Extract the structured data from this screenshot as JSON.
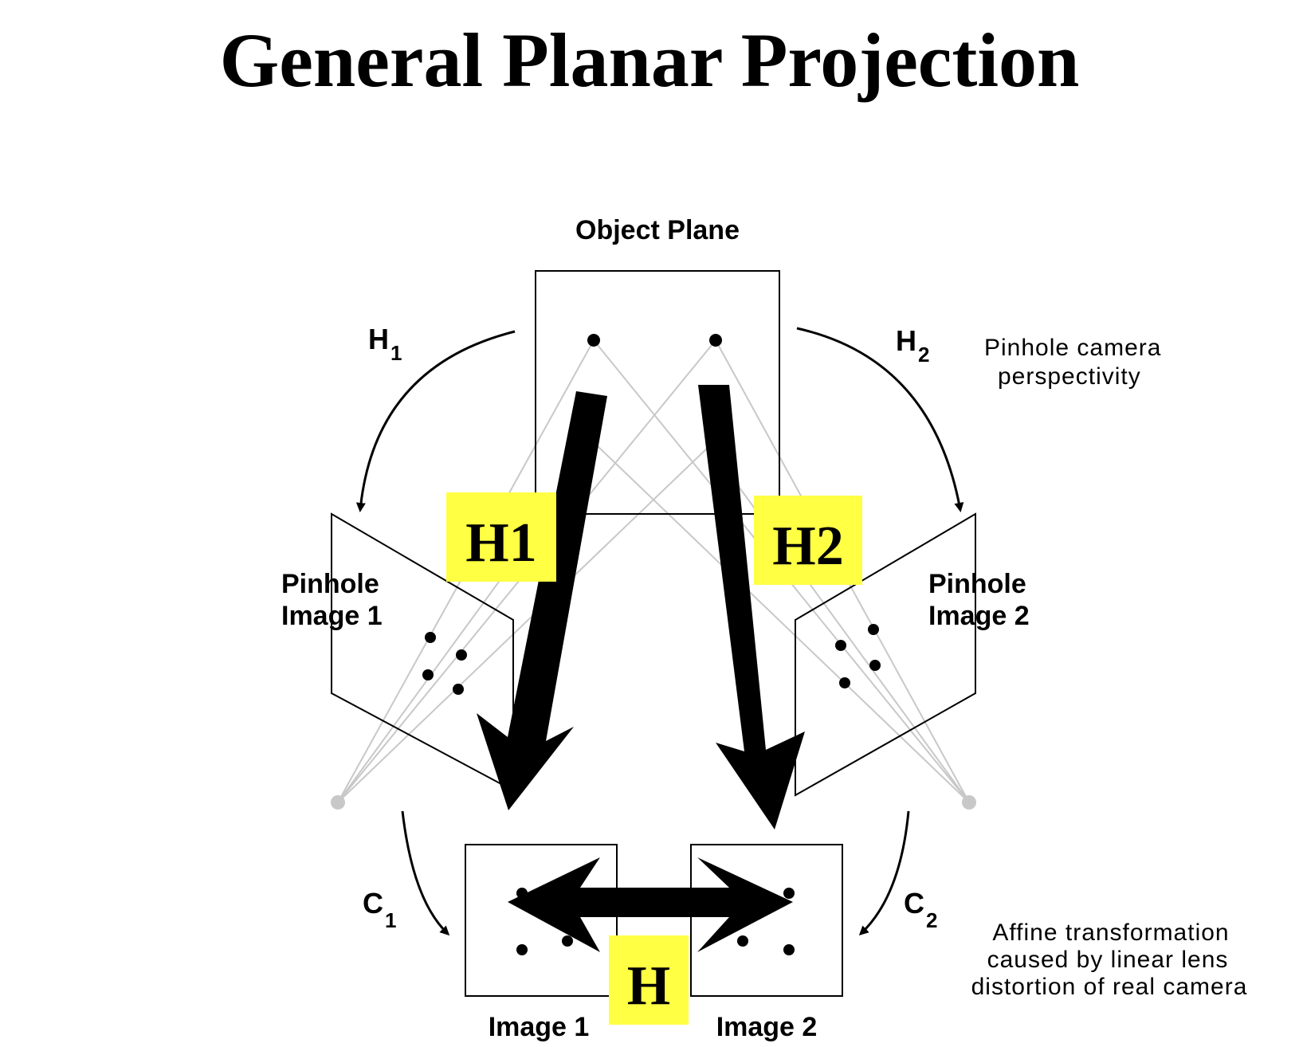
{
  "title": "General Planar Projection",
  "labels": {
    "object_plane": "Object Plane",
    "pinhole_image_1_line1": "Pinhole",
    "pinhole_image_1_line2": "Image 1",
    "pinhole_image_2_line1": "Pinhole",
    "pinhole_image_2_line2": "Image 2",
    "image_1": "Image 1",
    "image_2": "Image 2",
    "pinhole_note_line1": "Pinhole camera",
    "pinhole_note_line2": "perspectivity",
    "affine_note_line1": "Affine transformation",
    "affine_note_line2": "caused by linear lens",
    "affine_note_line3": "distortion of real camera"
  },
  "symbols": {
    "h1_base": "H",
    "h1_sub": "1",
    "h2_base": "H",
    "h2_sub": "2",
    "c1_base": "C",
    "c1_sub": "1",
    "c2_base": "C",
    "c2_sub": "2"
  },
  "highlights": {
    "h1": "H1",
    "h2": "H2",
    "h": "H"
  },
  "colors": {
    "highlight": "#ffff44",
    "ray": "#c8c8c8",
    "ink": "#000000"
  }
}
